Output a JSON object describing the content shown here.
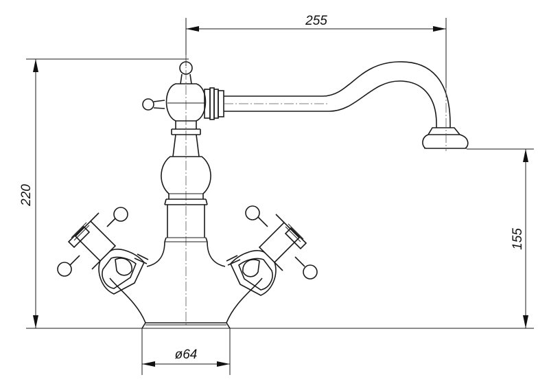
{
  "dimensions": {
    "spout_reach": "255",
    "total_height": "220",
    "spout_height": "155",
    "base_diameter": "ø64"
  }
}
